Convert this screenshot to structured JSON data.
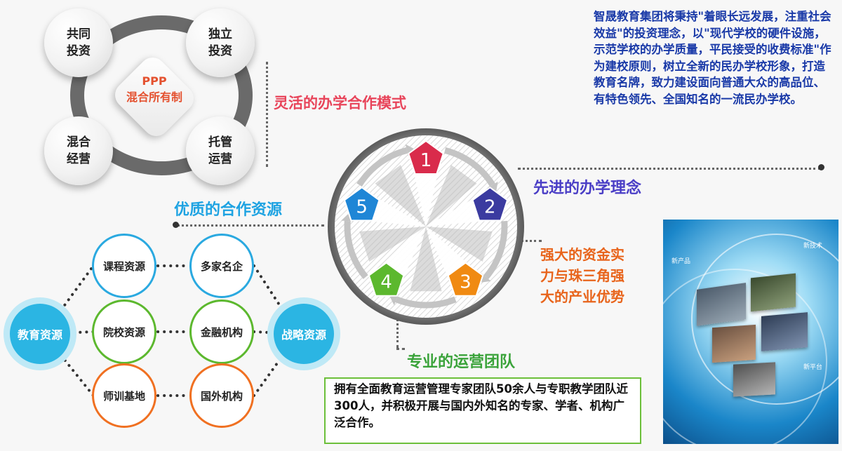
{
  "ppp": {
    "center": "PPP\n混合所有制",
    "models": [
      "共同\n投资",
      "独立\n投资",
      "混合\n经营",
      "托管\n运营"
    ]
  },
  "titles": {
    "flexible": "灵活的办学合作模式",
    "advanced": "先进的办学理念",
    "quality": "优质的合作资源",
    "capital": "强大的资金实\n力与珠三角强\n大的产业优势",
    "team": "专业的运营团队"
  },
  "advanced_text": "智晟教育集团将秉持\"着眼长远发展，注重社会效益\"的投资理念，以\"现代学校的硬件设施，示范学校的办学质量，平民接受的收费标准\"作为建校原则，树立全新的民办学校形象，打造教育名牌，致力建设面向普通大众的高品位、有特色领先、全国知名的一流民办学校。",
  "team_text": "拥有全面教育运营管理专家团队50余人与专职教学团队近300人，并积极开展与国内外知名的专家、学者、机构广泛合作。",
  "wheel": {
    "numbers": [
      "1",
      "2",
      "3",
      "4",
      "5"
    ],
    "colors": [
      "#d92b4b",
      "#3b3ba0",
      "#f08a12",
      "#5cb82e",
      "#1f86d6"
    ]
  },
  "resources": {
    "left_hub": "教育资源",
    "right_hub": "战略资源",
    "left_items": [
      "课程资源",
      "院校资源",
      "师训基地"
    ],
    "right_items": [
      "多家名企",
      "金融机构",
      "国外机构"
    ],
    "ring_colors": [
      "#2aa9e0",
      "#5cb82e",
      "#f07021"
    ]
  },
  "photo": {
    "labels": [
      "新产品",
      "新技术",
      "新平台"
    ]
  }
}
